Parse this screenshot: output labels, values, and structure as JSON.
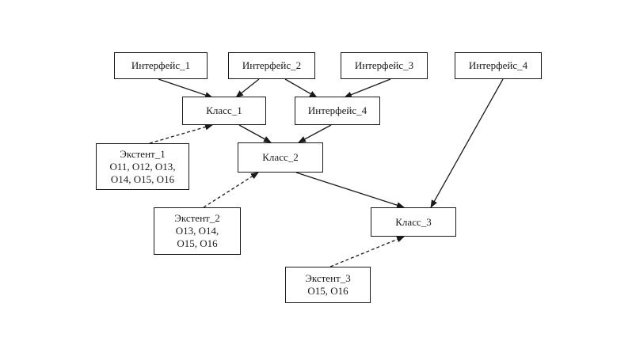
{
  "nodes": {
    "iface1": "Интерфейс_1",
    "iface2": "Интерфейс_2",
    "iface3": "Интерфейс_3",
    "iface4_top": "Интерфейс_4",
    "class1": "Класс_1",
    "iface4_mid": "Интерфейс_4",
    "class2": "Класс_2",
    "class3": "Класс_3",
    "extent1": {
      "title": "Экстент_1",
      "line1": "O11, O12, O13,",
      "line2": "O14, O15, O16"
    },
    "extent2": {
      "title": "Экстент_2",
      "line1": "O13, O14,",
      "line2": "O15, O16"
    },
    "extent3": {
      "title": "Экстент_3",
      "line1": "O15, O16"
    }
  },
  "edges": [
    {
      "from": "iface1",
      "to": "class1",
      "style": "solid"
    },
    {
      "from": "iface2",
      "to": "class1",
      "style": "solid"
    },
    {
      "from": "iface2",
      "to": "iface4_mid",
      "style": "solid"
    },
    {
      "from": "iface3",
      "to": "iface4_mid",
      "style": "solid"
    },
    {
      "from": "iface4_top",
      "to": "class3",
      "style": "solid"
    },
    {
      "from": "class1",
      "to": "class2",
      "style": "solid"
    },
    {
      "from": "iface4_mid",
      "to": "class2",
      "style": "solid"
    },
    {
      "from": "class2",
      "to": "class3",
      "style": "solid"
    },
    {
      "from": "extent1",
      "to": "class1",
      "style": "dashed"
    },
    {
      "from": "extent2",
      "to": "class2",
      "style": "dashed"
    },
    {
      "from": "extent3",
      "to": "class3",
      "style": "dashed"
    }
  ],
  "colors": {
    "line": "#1a1a1a",
    "background": "#ffffff"
  }
}
